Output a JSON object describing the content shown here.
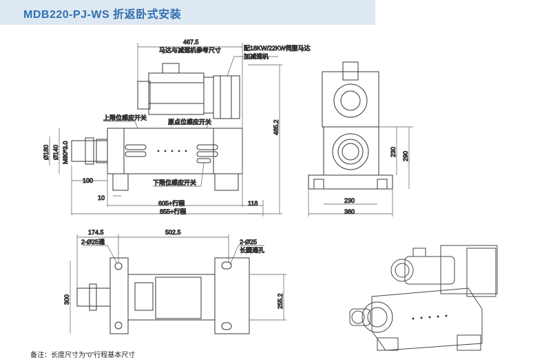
{
  "title": "MDB220-PJ-WS 折返卧式安装",
  "front": {
    "dim_top": "467.5",
    "motor_ref": "马达与减速机参考尺寸",
    "servo_note": "配18KW/22KW伺服马达",
    "reducer_note": "加减速机",
    "upper_switch": "上限位感应开关",
    "origin_switch": "原点位感应开关",
    "lower_switch": "下限位感应开关",
    "d180": "Ø180",
    "d140": "Ø140",
    "m80": "M80*3.0",
    "d100": "100",
    "d10": "10",
    "stroke605": "605+行程",
    "d118": "118",
    "stroke855": "855+行程",
    "h485": "485.2"
  },
  "side": {
    "d230h": "230",
    "d290": "290",
    "d230w": "230",
    "d360": "360"
  },
  "top": {
    "d174": "174.5",
    "d502": "502.5",
    "hole_left": "2-Ø25通",
    "hole_right": "2-Ø25",
    "slot_right": "长圆通孔",
    "d300": "300",
    "d255": "255.2"
  },
  "footnote": "备注：长度尺寸为“0”行程基本尺寸"
}
